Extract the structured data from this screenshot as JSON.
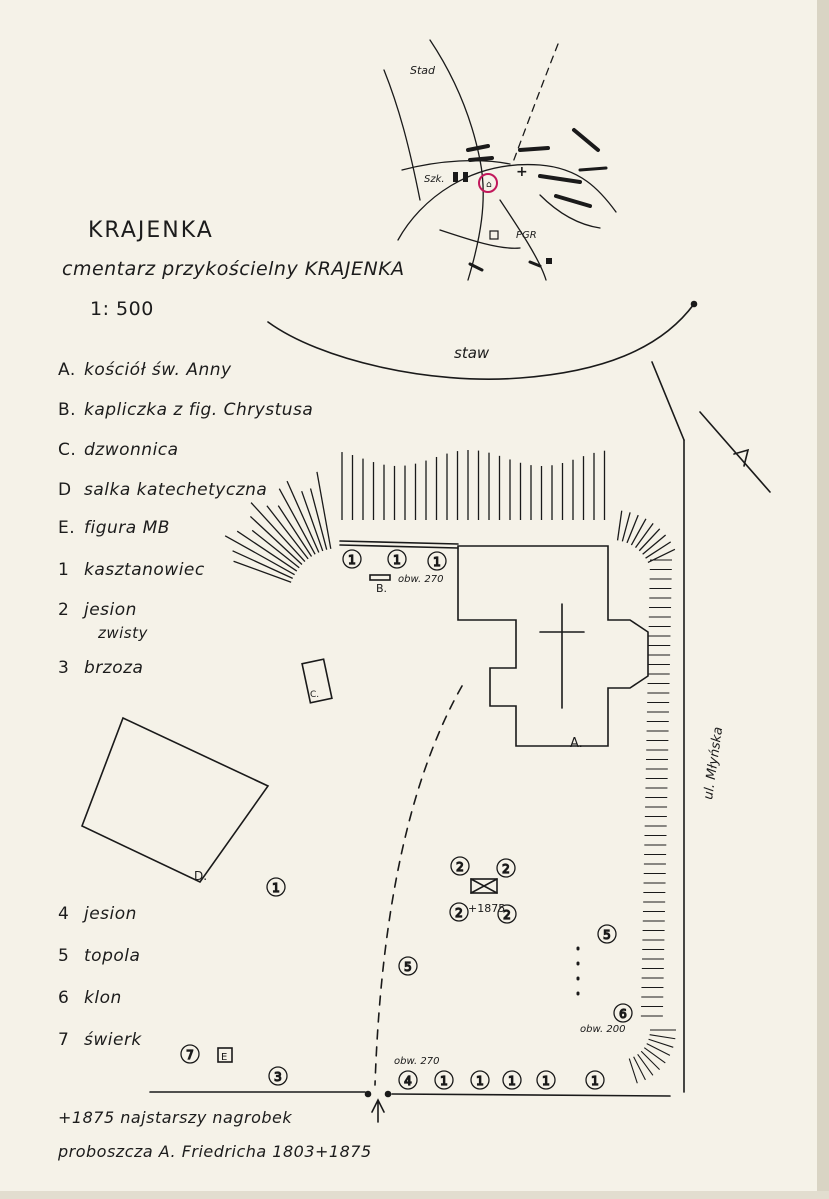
{
  "title": "KRAJENKA",
  "subtitle": "cmentarz przykościelny KRAJENKA",
  "scale": "1: 500",
  "legend_buildings": [
    {
      "key": "A.",
      "label": "kościół św. Anny"
    },
    {
      "key": "B.",
      "label": "kapliczka z fig. Chrystusa"
    },
    {
      "key": "C.",
      "label": "dzwonnica"
    },
    {
      "key": "D",
      "label": "salka katechetyczna"
    },
    {
      "key": "E.",
      "label": "figura MB"
    }
  ],
  "legend_trees_top": [
    {
      "key": "1",
      "label": "kasztanowiec"
    },
    {
      "key": "2",
      "label": "jesion"
    },
    {
      "key": "",
      "label": "zwisty"
    },
    {
      "key": "3",
      "label": "brzoza"
    }
  ],
  "legend_trees_bottom": [
    {
      "key": "4",
      "label": "jesion"
    },
    {
      "key": "5",
      "label": "topola"
    },
    {
      "key": "6",
      "label": "klon"
    },
    {
      "key": "7",
      "label": "świerk"
    }
  ],
  "footnote": {
    "line1": "+1875 najstarszy nagrobek",
    "line2": "proboszcza A. Friedricha 1803+1875"
  },
  "map_labels": {
    "pond": "staw",
    "street": "ul. Młyńska",
    "label_A": "A.",
    "label_B": "B.",
    "label_C": "C.",
    "label_D": "D.",
    "label_E": "E",
    "circ_270_top": "obw. 270",
    "circ_270_bottom": "obw. 270",
    "circ_200": "obw. 200",
    "grave_year": "+1875"
  },
  "inset_labels": {
    "stadium": "Stad",
    "school": "Szk.",
    "post": "PGR"
  },
  "tree_markers": [
    {
      "n": "1"
    },
    {
      "n": "1"
    },
    {
      "n": "1"
    },
    {
      "n": "2"
    },
    {
      "n": "2"
    },
    {
      "n": "2"
    },
    {
      "n": "2"
    },
    {
      "n": "1"
    },
    {
      "n": "5"
    },
    {
      "n": "5"
    },
    {
      "n": "6"
    },
    {
      "n": "7"
    },
    {
      "n": "3"
    },
    {
      "n": "4"
    },
    {
      "n": "1"
    },
    {
      "n": "1"
    },
    {
      "n": "1"
    },
    {
      "n": "1"
    },
    {
      "n": "1"
    }
  ],
  "highlight_color": "#c2185b"
}
